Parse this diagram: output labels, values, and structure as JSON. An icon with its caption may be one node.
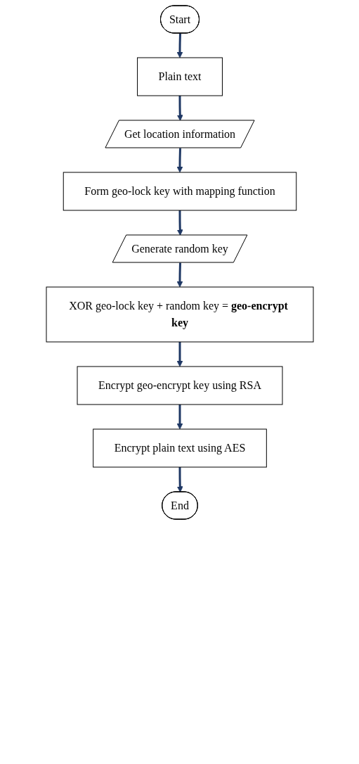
{
  "diagram": {
    "nodes": [
      {
        "text": [
          "Start"
        ]
      },
      {
        "text": [
          "Plain text"
        ]
      },
      {
        "text": [
          "Get location information"
        ]
      },
      {
        "text": [
          "Form geo-lock key with mapping function"
        ]
      },
      {
        "text": [
          "Generate random key"
        ]
      },
      {
        "text": [
          "XOR geo-lock key + random key = **geo-encrypt key**"
        ]
      },
      {
        "text": [
          "Encrypt geo-encrypt key using RSA"
        ]
      },
      {
        "text": [
          "Encrypt plain text using AES"
        ]
      },
      {
        "text": [
          "End"
        ]
      }
    ],
    "edges": [
      {
        "from": 0,
        "to": 1,
        "arrow": "to"
      },
      {
        "from": 1,
        "to": 2,
        "arrow": "to"
      },
      {
        "from": 2,
        "to": 3,
        "arrow": "to"
      },
      {
        "from": 3,
        "to": 4,
        "arrow": "to"
      },
      {
        "from": 4,
        "to": 5,
        "arrow": "to"
      },
      {
        "from": 5,
        "to": 6,
        "arrow": "to"
      },
      {
        "from": 6,
        "to": 7,
        "arrow": "to"
      },
      {
        "from": 7,
        "to": 8,
        "arrow": "to"
      }
    ]
  }
}
